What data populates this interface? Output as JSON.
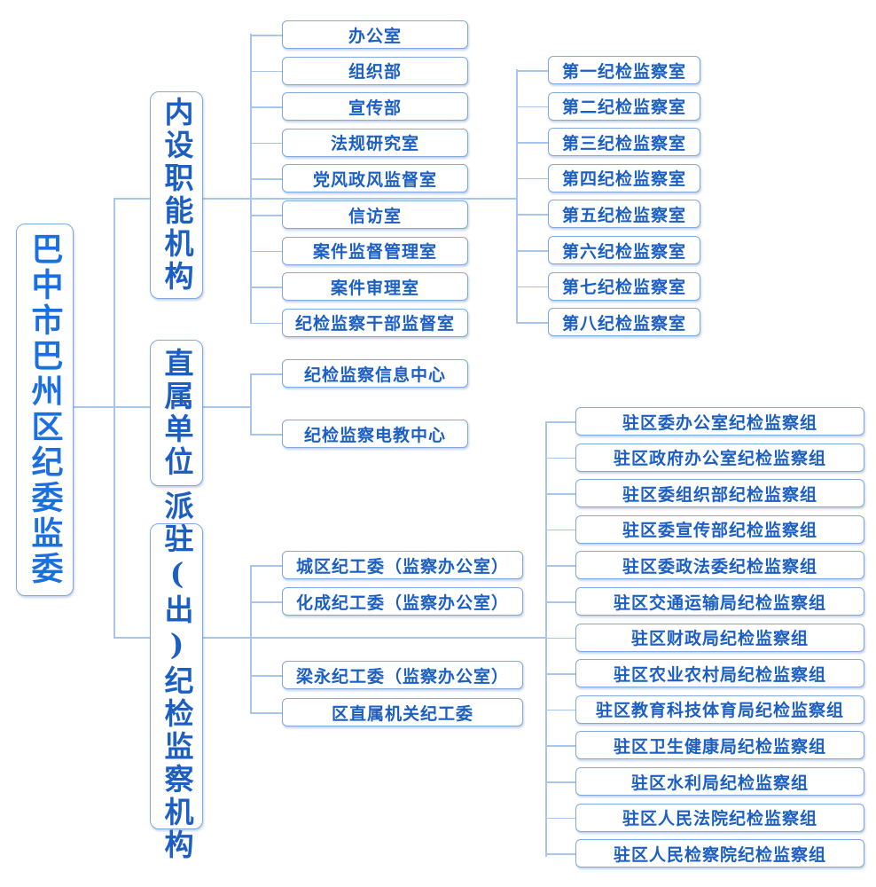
{
  "root": "巴中市巴州区纪委监委",
  "branches": [
    {
      "label": "内设职能机构",
      "children": [
        "办公室",
        "组织部",
        "宣传部",
        "法规研究室",
        "党风政风监督室",
        "信访室",
        "案件监督管理室",
        "案件审理室",
        "纪检监察干部监督室"
      ],
      "sub_children": [
        "第一纪检监察室",
        "第二纪检监察室",
        "第三纪检监察室",
        "第四纪检监察室",
        "第五纪检监察室",
        "第六纪检监察室",
        "第七纪检监察室",
        "第八纪检监察室"
      ]
    },
    {
      "label": "直属单位",
      "children": [
        "纪检监察信息中心",
        "纪检监察电教中心"
      ]
    },
    {
      "label": "派驻(出)纪检监察机构",
      "children": [
        "城区纪工委（监察办公室）",
        "化成纪工委（监察办公室）",
        "梁永纪工委（监察办公室）",
        "区直属机关纪工委"
      ],
      "sub_children": [
        "驻区委办公室纪检监察组",
        "驻区政府办公室纪检监察组",
        "驻区委组织部纪检监察组",
        "驻区委宣传部纪检监察组",
        "驻区委政法委纪检监察组",
        "驻区交通运输局纪检监察组",
        "驻区财政局纪检监察组",
        "驻区农业农村局纪检监察组",
        "驻区教育科技体育局纪检监察组",
        "驻区卫生健康局纪检监察组",
        "驻区水利局纪检监察组",
        "驻区人民法院纪检监察组",
        "驻区人民检察院纪检监察组"
      ]
    }
  ]
}
